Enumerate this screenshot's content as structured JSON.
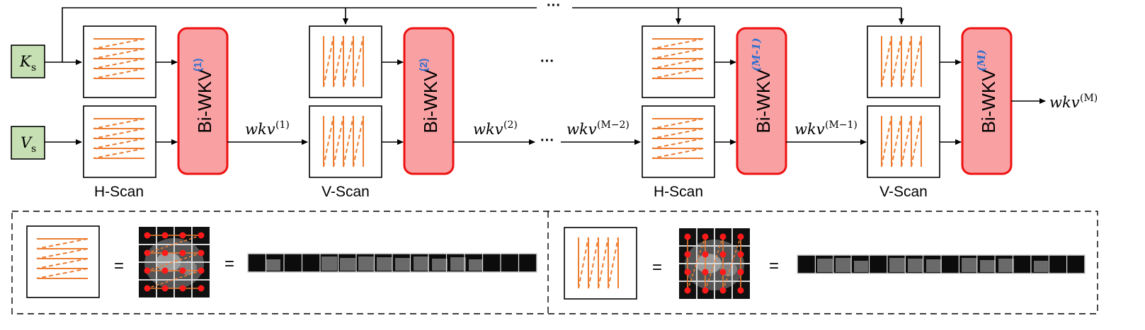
{
  "inputs": {
    "k_main": "K",
    "k_sub": "s",
    "v_main": "V",
    "v_sub": "s"
  },
  "scan_labels": {
    "h1": "H-Scan",
    "v1": "V-Scan",
    "h2": "H-Scan",
    "v2": "V-Scan"
  },
  "blocks": [
    {
      "text": "Bi-WKV",
      "sup": "(1)"
    },
    {
      "text": "Bi-WKV",
      "sup": "(2)"
    },
    {
      "text": "Bi-WKV",
      "sup": "(M-1)"
    },
    {
      "text": "Bi-WKV",
      "sup": "(M)"
    }
  ],
  "edges": {
    "e1_main": "wkv",
    "e1_sup": "(1)",
    "e2_main": "wkv",
    "e2_sup": "(2)",
    "e3_main": "wkv",
    "e3_sup": "(M−2)",
    "e4_main": "wkv",
    "e4_sup": "(M−1)",
    "out_main": "wkv",
    "out_sup": "(M)"
  },
  "ellipsis": "···",
  "legend": {
    "equals": "="
  },
  "colors": {
    "block_fill": "#f9a0a3",
    "block_stroke": "#ee1111",
    "input_fill": "#c6e0b4",
    "scan_line": "#ed7d31",
    "index_blue": "#2e6fd0",
    "grid_dot": "#ff0000"
  }
}
